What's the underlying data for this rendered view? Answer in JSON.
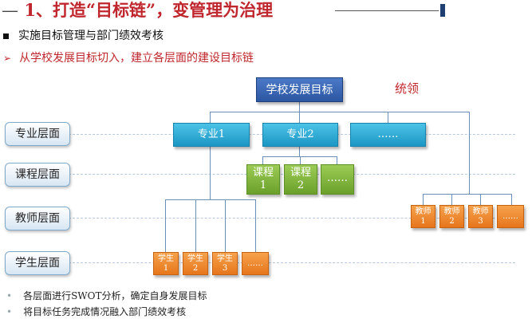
{
  "header": {
    "dash": "—",
    "title": "1、打造“目标链”，变管理为治理"
  },
  "lines": {
    "point1": "实施目标管理与部门绩效考核",
    "point2": "从学校发展目标切入，建立各层面的建设目标链"
  },
  "annotation": "统领",
  "levels": [
    "专业层面",
    "课程层面",
    "教师层面",
    "学生层面"
  ],
  "root": "学校发展目标",
  "majors": [
    "专业1",
    "专业2",
    "……"
  ],
  "courses": [
    [
      "课程",
      "1"
    ],
    [
      "课程",
      "2"
    ],
    [
      "……",
      ""
    ]
  ],
  "teachers": [
    [
      "教师",
      "1"
    ],
    [
      "教师",
      "2"
    ],
    [
      "教师",
      "3"
    ],
    [
      "……",
      ""
    ]
  ],
  "students": [
    [
      "学生",
      "1"
    ],
    [
      "学生",
      "2"
    ],
    [
      "学生",
      "3"
    ],
    [
      "……",
      ""
    ]
  ],
  "bullets": [
    "各层面进行SWOT分析，确定自身发展目标",
    "将目标任务完成情况融入部门绩效考核"
  ],
  "colors": {
    "title_red": "#c0262d",
    "root_blue": "#2b56a2",
    "major_cyan": "#1c97c4",
    "course_green": "#6aa02b",
    "person_orange": "#e6761c"
  }
}
